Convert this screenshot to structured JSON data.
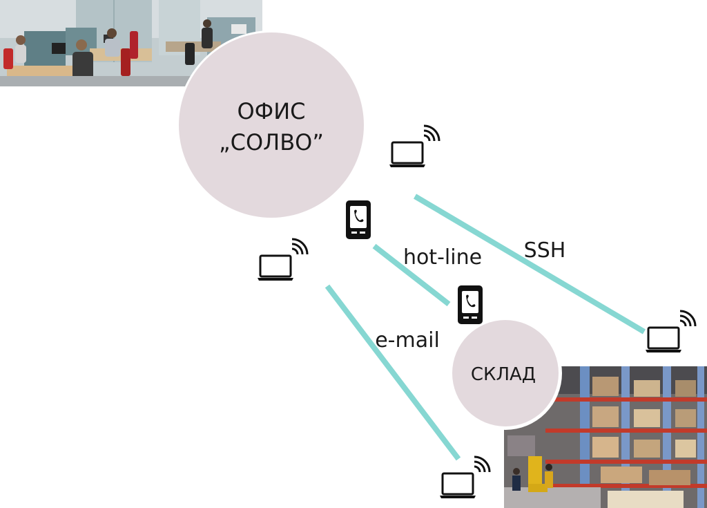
{
  "nodes": {
    "office": {
      "line1": "ОФИС",
      "line2": "„СОЛВО”",
      "fill": "#e3d9dd"
    },
    "warehouse": {
      "label": "СКЛАД",
      "fill": "#e3d9dd"
    }
  },
  "connections": {
    "color": "#86d7d2",
    "ssh": "SSH",
    "hotline": "hot-line",
    "email": "e-mail"
  },
  "devices": {
    "laptop_icon": "laptop-wifi-icon",
    "phone_icon": "mobile-phone-icon"
  },
  "photos": {
    "office_photo": "office-photo",
    "warehouse_photo": "warehouse-photo"
  }
}
